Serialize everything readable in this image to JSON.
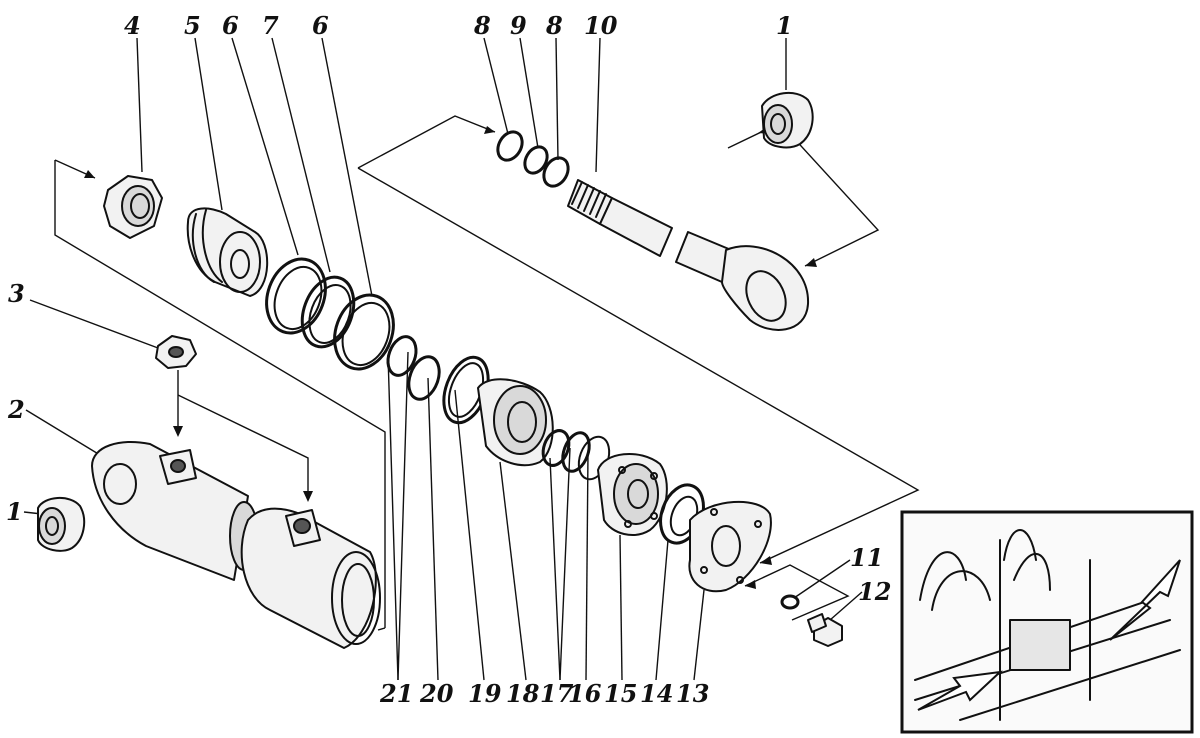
{
  "callouts": [
    {
      "id": "c1a",
      "text": "1"
    },
    {
      "id": "c1b",
      "text": "1"
    },
    {
      "id": "c2",
      "text": "2"
    },
    {
      "id": "c3",
      "text": "3"
    },
    {
      "id": "c4",
      "text": "4"
    },
    {
      "id": "c5",
      "text": "5"
    },
    {
      "id": "c6a",
      "text": "6"
    },
    {
      "id": "c6b",
      "text": "6"
    },
    {
      "id": "c7",
      "text": "7"
    },
    {
      "id": "c8a",
      "text": "8"
    },
    {
      "id": "c8b",
      "text": "8"
    },
    {
      "id": "c9",
      "text": "9"
    },
    {
      "id": "c10",
      "text": "10"
    },
    {
      "id": "c11",
      "text": "11"
    },
    {
      "id": "c12",
      "text": "12"
    },
    {
      "id": "c13",
      "text": "13"
    },
    {
      "id": "c14",
      "text": "14"
    },
    {
      "id": "c15",
      "text": "15"
    },
    {
      "id": "c16",
      "text": "16"
    },
    {
      "id": "c17",
      "text": "17"
    },
    {
      "id": "c18",
      "text": "18"
    },
    {
      "id": "c19",
      "text": "19"
    },
    {
      "id": "c20",
      "text": "20"
    },
    {
      "id": "c21",
      "text": "21"
    }
  ]
}
